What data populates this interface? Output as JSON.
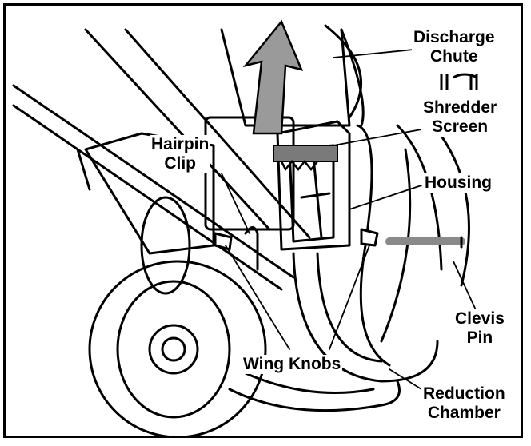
{
  "labels": {
    "discharge_chute": [
      "Discharge",
      "Chute"
    ],
    "shredder_screen": [
      "Shredder",
      "Screen"
    ],
    "housing": [
      "Housing"
    ],
    "hairpin_clip": [
      "Hairpin",
      "Clip"
    ],
    "clevis_pin": [
      "Clevis",
      "Pin"
    ],
    "wing_knobs": [
      "Wing Knobs"
    ],
    "reduction_chamber": [
      "Reduction",
      "Chamber"
    ]
  },
  "colors": {
    "ink": "#000000",
    "paper": "#ffffff",
    "arrow": "#9a9a9a",
    "screen_bar": "#7a7a7a"
  }
}
